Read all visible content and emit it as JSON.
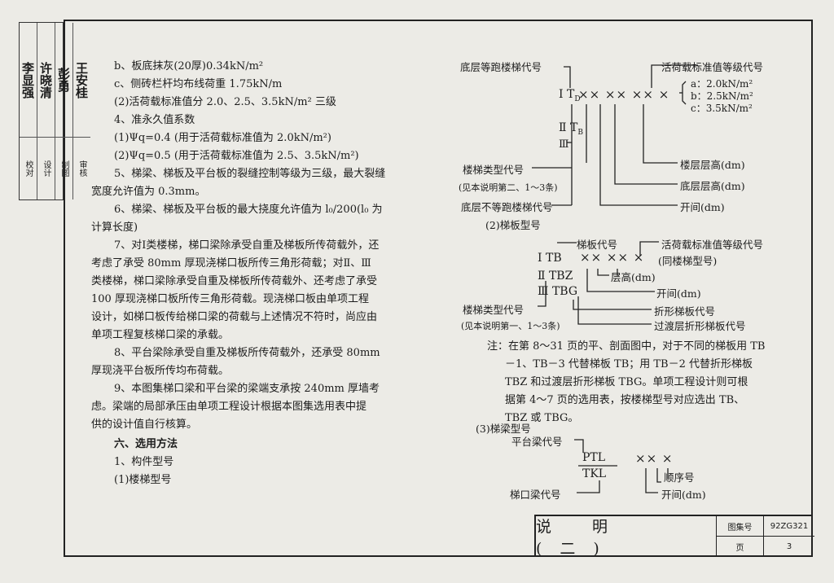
{
  "sidebar": {
    "columns": [
      {
        "top": "李显强",
        "bottom": "校对"
      },
      {
        "top": "许晓清",
        "bottom": "设计"
      },
      {
        "top": "彭勇",
        "bottom": "制图"
      },
      {
        "top": "王安桂",
        "bottom": "审核"
      }
    ]
  },
  "left_text": [
    "b、板底抹灰(20厚)0.34kN/m²",
    "c、侧砖栏杆均布线荷重 1.75kN/m",
    "(2)活荷载标准值分 2.0、2.5、3.5kN/m² 三级",
    "4、准永久值系数",
    "(1)Ψq=0.4      (用于活荷载标准值为 2.0kN/m²)",
    "(2)Ψq=0.5      (用于活荷载标准值为 2.5、3.5kN/m²)",
    "5、梯梁、梯板及平台板的裂缝控制等级为三级，最大裂缝",
    "宽度允许值为 0.3mm。",
    "6、梯梁、梯板及平台板的最大挠度允许值为 l₀/200(l₀ 为",
    "计算长度)",
    "7、对Ⅰ类楼梯，梯口梁除承受自重及梯板所传荷载外，还",
    "考虑了承受 80mm 厚现浇梯口板所传三角形荷载；对Ⅱ、Ⅲ",
    "类楼梯，梯口梁除承受自重及梯板所传荷载外、还考虑了承受",
    "100 厚现浇梯口板所传三角形荷载。现浇梯口板由单项工程",
    "设计，如梯口板传给梯口梁的荷载与上述情况不符时，尚应由",
    "单项工程复核梯口梁的承载。",
    "8、平台梁除承受自重及梯板所传荷载外，还承受 80mm",
    "厚现浇平台板所传均布荷载。",
    "9、本图集梯口梁和平台梁的梁端支承按 240mm 厚墙考",
    "虑。梁端的局部承压由单项工程设计根据本图集选用表中提",
    "供的设计值自行核算。",
    "六、选用方法",
    "1、构件型号",
    "(1)楼梯型号"
  ],
  "stair_code": {
    "label_equal_run": "底层等跑楼梯代号",
    "label_live_load_grade": "活荷载标准值等级代号",
    "row1": "Ⅰ T",
    "row1_sub": "D",
    "row1_marks": "×× ×× ×× ×",
    "row2": "Ⅱ T",
    "row2_sub": "B",
    "row3": "Ⅲ",
    "grades": [
      "a：2.0kN/m²",
      "b：2.5kN/m²",
      "c：3.5kN/m²"
    ],
    "label_floor_height": "楼层层高(dm)",
    "label_ground_height": "底层层高(dm)",
    "label_type": "楼梯类型代号",
    "label_type_note": "(见本说明第二、1～3条)",
    "label_unequal_run": "底层不等跑楼梯代号",
    "label_bay": "开间(dm)"
  },
  "slab_code": {
    "heading": "(2)梯板型号",
    "label_slab": "梯板代号",
    "label_live_load_grade": "活荷载标准值等级代号",
    "label_same": "(同楼梯型号)",
    "row1": "Ⅰ TB",
    "row1_marks": "×× ×× ×",
    "row2": "Ⅱ TBZ",
    "row3": "Ⅲ TBG",
    "label_floor_height": "层高(dm)",
    "label_bay": "开间(dm)",
    "label_type": "楼梯类型代号",
    "label_type_note": "(见本说明第一、1～3条)",
    "label_folded": "折形梯板代号",
    "label_transition": "过渡层折形梯板代号"
  },
  "note": [
    "注：在第 8～31 页的平、剖面图中，对于不同的梯板用 TB",
    "－1、TB－3 代替梯板 TB；用 TB－2 代替折形梯板",
    "TBZ 和过渡层折形梯板 TBG。单项工程设计则可根",
    "据第 4～7 页的选用表，按楼梯型号对应选出 TB、",
    "TBZ 或 TBG。"
  ],
  "beam_code": {
    "heading": "(3)梯梁型号",
    "label_platform": "平台梁代号",
    "code_platform": "PTL",
    "code_stair": "TKL",
    "marks": "×× ×",
    "label_seq": "顺序号",
    "label_bay": "开间(dm)",
    "label_stair_beam": "梯口梁代号"
  },
  "title_block": {
    "title": "说 明 (二)",
    "atlas_label": "图集号",
    "atlas_no": "92ZG321",
    "page_label": "页",
    "page_no": "3"
  }
}
